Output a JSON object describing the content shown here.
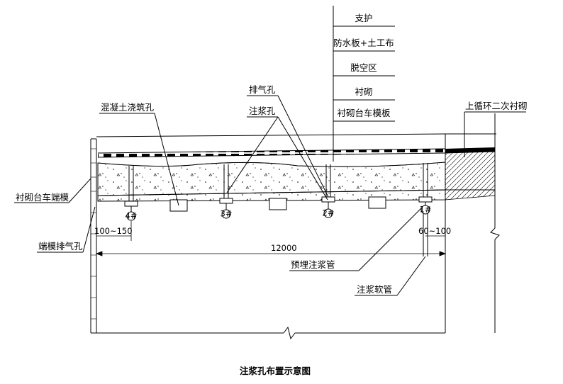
{
  "stack_labels": [
    "支护",
    "防水板+土工布",
    "脱空区",
    "衬砌",
    "衬砌台车模板"
  ],
  "labels": {
    "pour_hole": "混凝土浇筑孔",
    "vent_hole": "排气孔",
    "grout_hole": "注浆孔",
    "end_form": "衬砌台车端模",
    "end_vent": "端模排气孔",
    "prev_lining": "上循环二次衬砌",
    "embedded_pipe": "预埋注浆管",
    "grout_hose": "注浆软管"
  },
  "dimensions": {
    "left_offset": "100~150",
    "right_offset": "60~100",
    "total_length": "12000"
  },
  "markers": [
    "4#",
    "3#",
    "2#",
    "1#"
  ],
  "caption": "注浆孔布置示意图"
}
